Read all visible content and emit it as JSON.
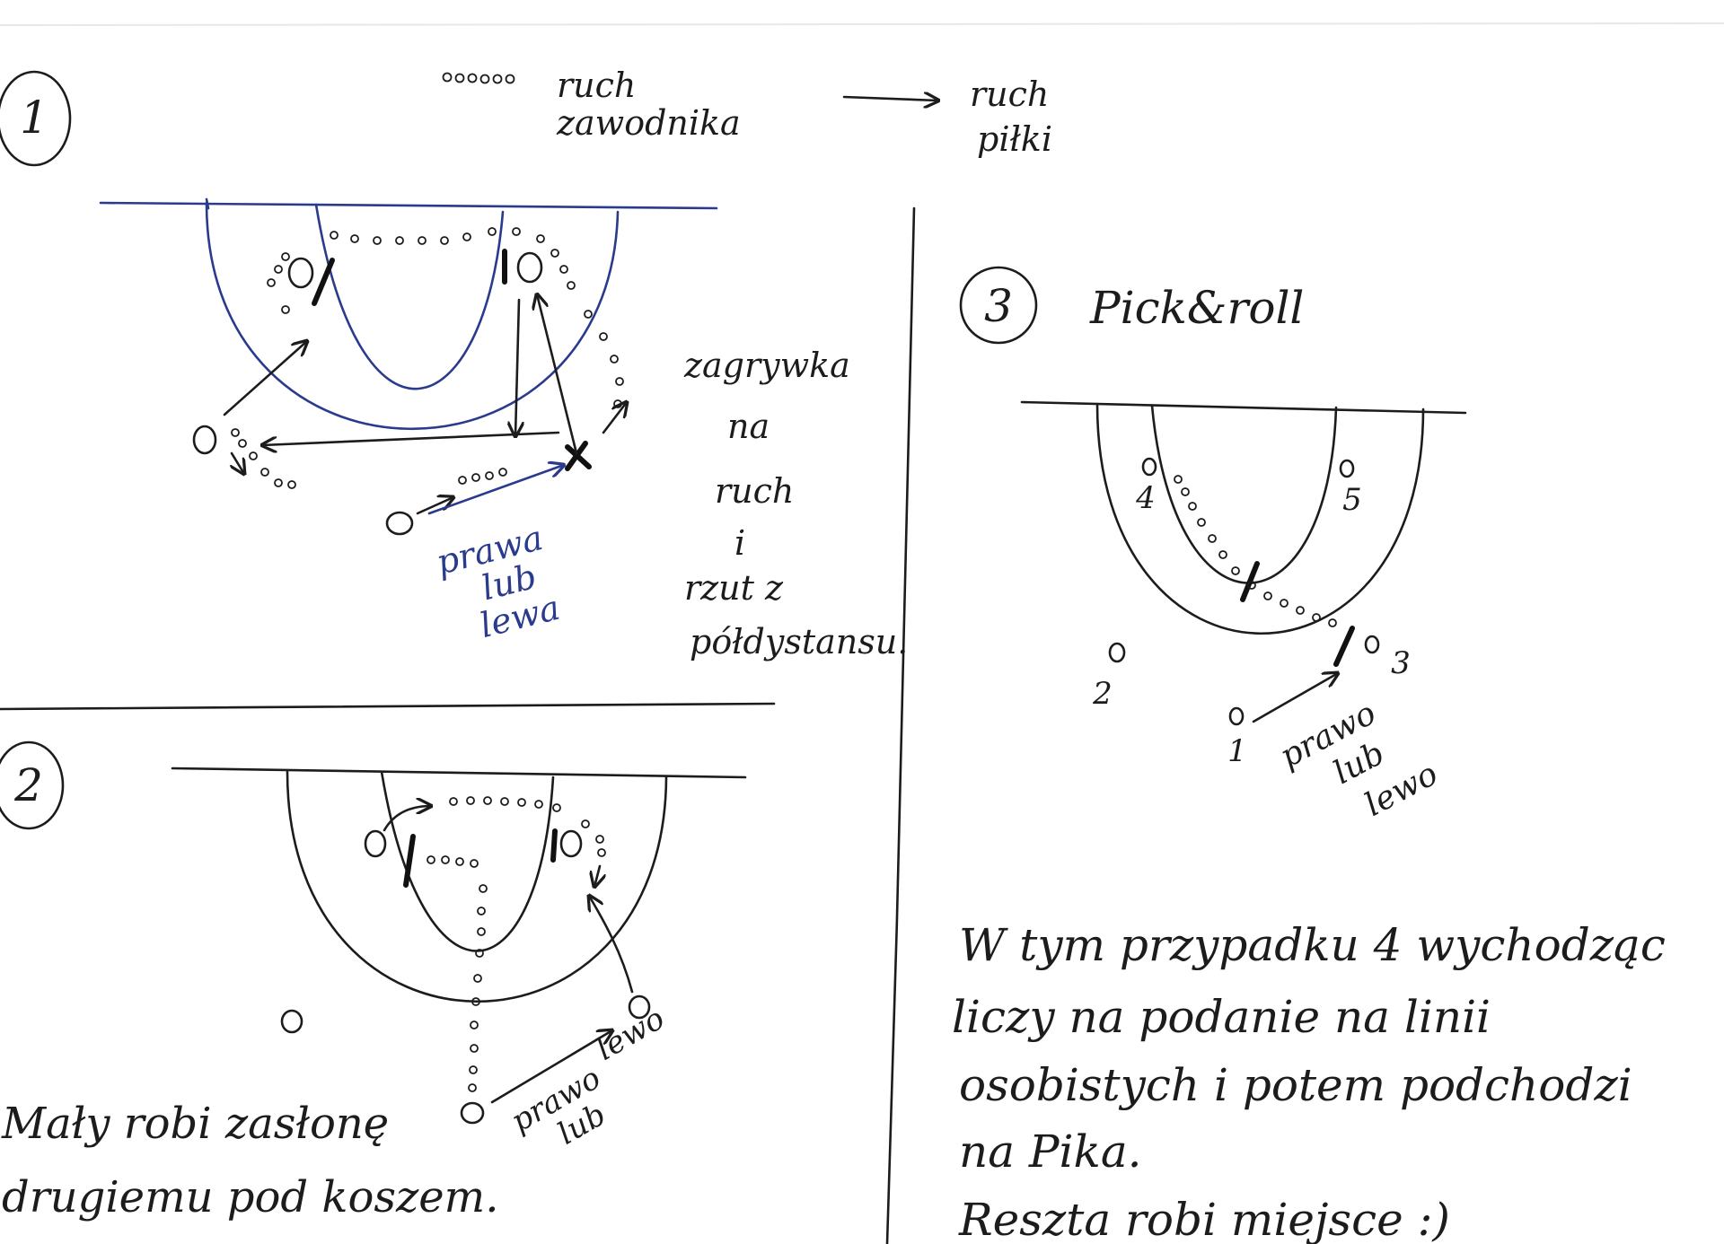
{
  "legend": {
    "dots_label_1": "ruch",
    "dots_label_2": "zawodnika",
    "arrow_label_1": "ruch",
    "arrow_label_2": "piłki"
  },
  "play1": {
    "number": "1",
    "note_lines": [
      "zagrywka",
      "na",
      "ruch",
      "i",
      "rzut z",
      "półdystansu."
    ],
    "pass_label": [
      "prawa",
      "lub",
      "lewa"
    ]
  },
  "play2": {
    "number": "2",
    "pass_label": [
      "prawo",
      "lub",
      "lewo"
    ],
    "caption_lines": [
      "Mały robi zasłonę",
      "drugiemu pod koszem."
    ]
  },
  "play3": {
    "number": "3",
    "title": "Pick&roll",
    "player_labels": [
      "1",
      "2",
      "3",
      "4",
      "5"
    ],
    "pass_label": [
      "prawo",
      "lub",
      "lewo"
    ],
    "caption_lines": [
      "W tym przypadku 4 wychodząc",
      "liczy na podanie na linii",
      "osobistych i potem podchodzi",
      "na Pika.",
      "Reszta robi miejsce :)"
    ]
  },
  "colors": {
    "ink": "#1c1c1c",
    "blue_ink": "#2a3a8c"
  }
}
